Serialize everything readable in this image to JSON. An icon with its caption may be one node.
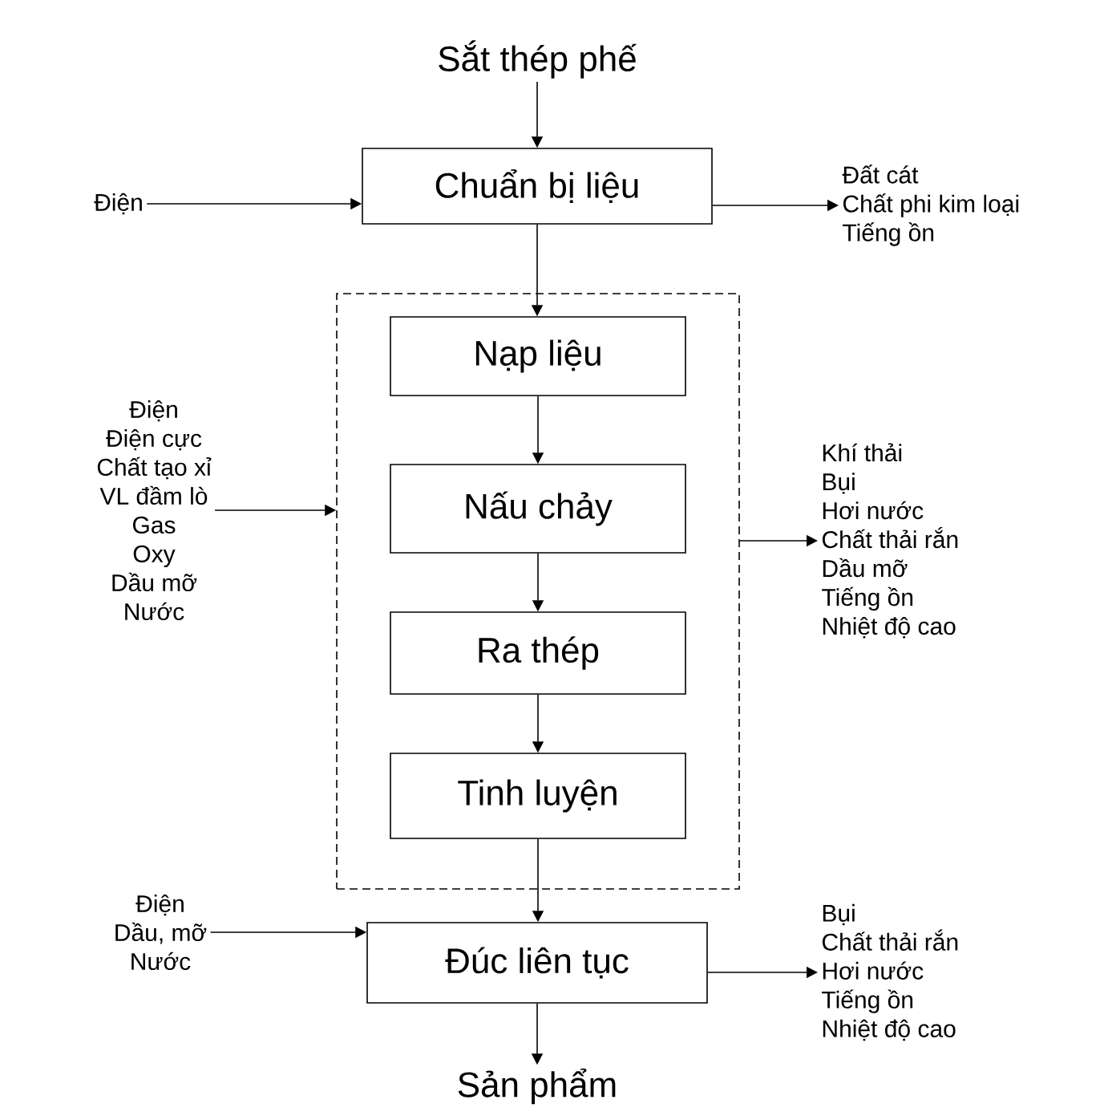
{
  "diagram": {
    "nodes": [
      {
        "text": [
          "Sắt thép phế"
        ]
      },
      {
        "text": [
          "Chuẩn bị liệu"
        ]
      },
      {
        "text": [],
        "shape": "box"
      },
      {
        "text": [
          "Nạp liệu"
        ],
        "in": 2
      },
      {
        "text": [
          "Nấu chảy"
        ],
        "in": 2
      },
      {
        "text": [
          "Ra thép"
        ],
        "in": 2
      },
      {
        "text": [
          "Tinh luyện"
        ],
        "in": 2
      },
      {
        "text": [
          "Đúc liên tục"
        ]
      },
      {
        "text": [
          "Sản phẩm"
        ]
      },
      {
        "text": [
          "Điện"
        ]
      },
      {
        "text": [
          "Đất cát",
          "Chất phi kim loại",
          "Tiếng ồn"
        ]
      },
      {
        "text": [
          "Điện",
          "Điện cực",
          "Chất tạo xỉ",
          "VL đầm lò",
          "Gas",
          "Oxy",
          "Dầu mỡ",
          "Nước"
        ]
      },
      {
        "text": [
          "Khí thải",
          "Bụi",
          "Hơi nước",
          "Chất thải rắn",
          "Dầu mỡ",
          "Tiếng ồn",
          "Nhiệt độ cao"
        ]
      },
      {
        "text": [
          "Điện",
          "Dầu, mỡ",
          "Nước"
        ]
      },
      {
        "text": [
          "Bụi",
          "Chất thải rắn",
          "Hơi nước",
          "Tiếng ồn",
          "Nhiệt độ cao"
        ]
      }
    ],
    "edges": [
      {
        "from": 0,
        "to": 1,
        "arrow": "to"
      },
      {
        "from": 9,
        "to": 1,
        "arrow": "to"
      },
      {
        "from": 1,
        "to": 10,
        "arrow": "to"
      },
      {
        "from": 1,
        "to": 3,
        "arrow": "to"
      },
      {
        "from": 3,
        "to": 4,
        "arrow": "to"
      },
      {
        "from": 4,
        "to": 5,
        "arrow": "to"
      },
      {
        "from": 5,
        "to": 6,
        "arrow": "to"
      },
      {
        "from": 6,
        "to": 7,
        "arrow": "to"
      },
      {
        "from": 11,
        "to": 2,
        "arrow": "to"
      },
      {
        "from": 2,
        "to": 12,
        "arrow": "to"
      },
      {
        "from": 13,
        "to": 7,
        "arrow": "to"
      },
      {
        "from": 7,
        "to": 14,
        "arrow": "to"
      },
      {
        "from": 7,
        "to": 8,
        "arrow": "to"
      }
    ]
  }
}
